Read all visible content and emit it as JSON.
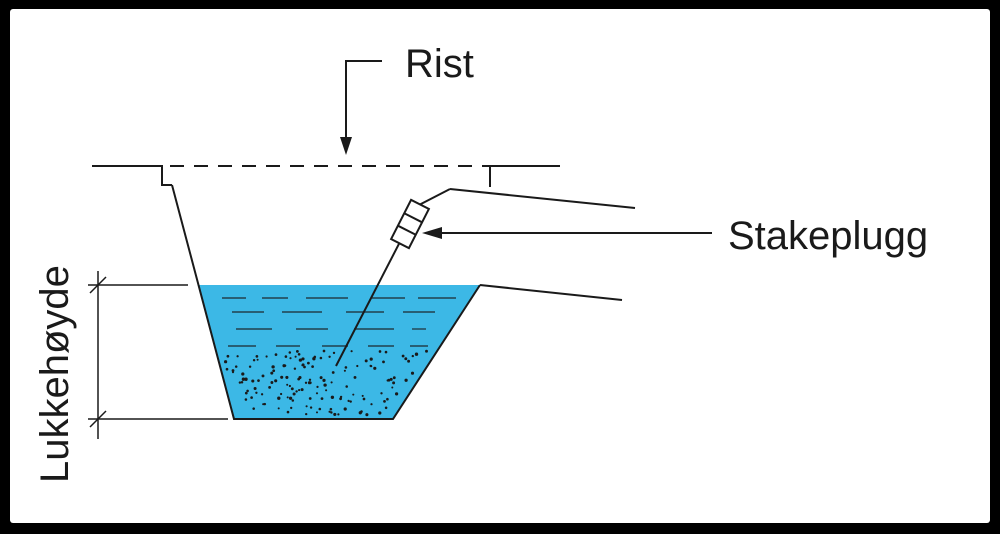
{
  "diagram": {
    "labels": {
      "grate": "Rist",
      "cleanout_plug": "Stakeplugg",
      "water_seal_height": "Lukkehøyde"
    },
    "colors": {
      "water": "#3cb8e6",
      "line": "#1a1a1a",
      "background": "#ffffff",
      "frame": "#000000"
    }
  }
}
